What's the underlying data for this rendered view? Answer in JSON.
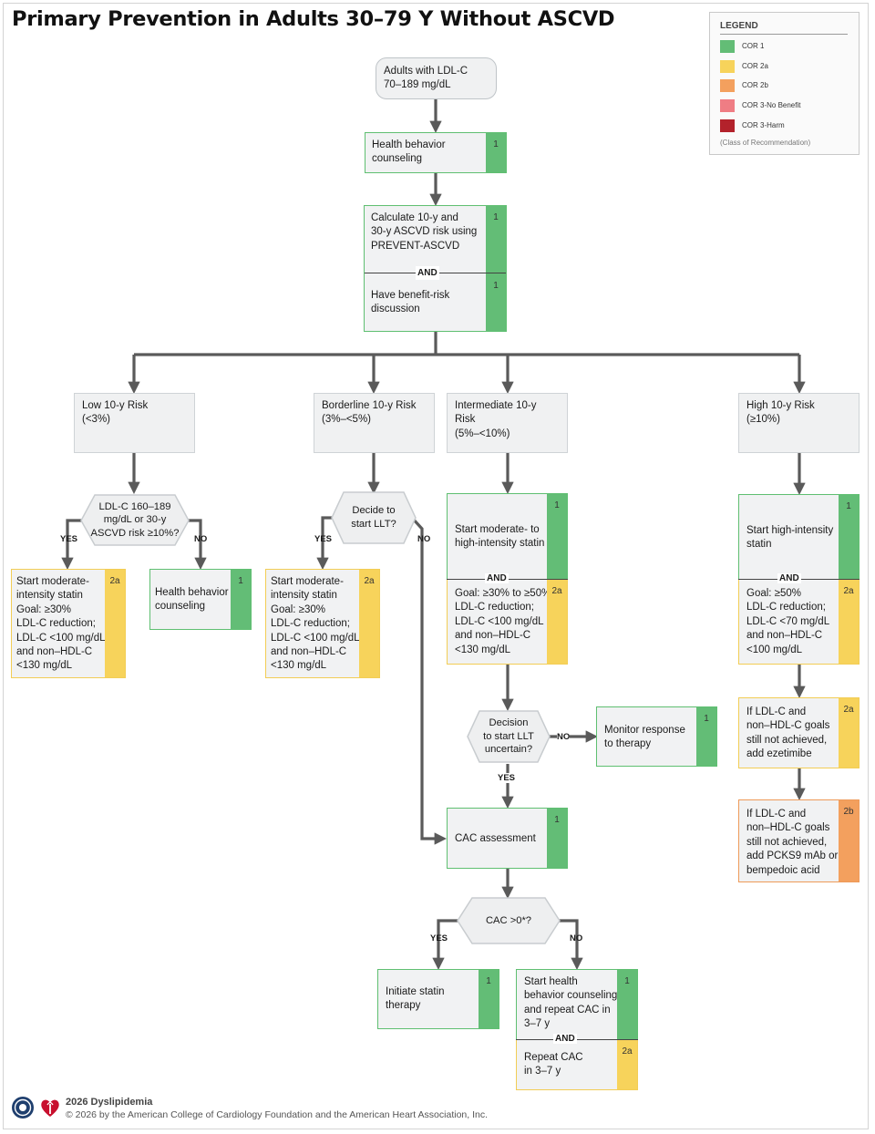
{
  "title": "Primary Prevention in Adults 30–79 Y Without ASCVD",
  "legend": {
    "heading": "LEGEND",
    "items": [
      {
        "label": "COR 1",
        "color": "#63bd76"
      },
      {
        "label": "COR 2a",
        "color": "#f7d35b"
      },
      {
        "label": "COR 2b",
        "color": "#f3a05e"
      },
      {
        "label": "COR 3-No Benefit",
        "color": "#ef7d84"
      },
      {
        "label": "COR 3-Harm",
        "color": "#b3222b"
      }
    ],
    "note": "(Class of Recommendation)"
  },
  "nodes": {
    "start": "Adults with LDL-C\n70–189 mg/dL",
    "counseling": {
      "text": "Health behavior\ncounseling",
      "cor": "1"
    },
    "calc": {
      "text": "Calculate 10-y and\n30-y ASCVD risk using\nPREVENT-ASCVD",
      "cor": "1"
    },
    "and": "AND",
    "discussion": {
      "text": "Have benefit-risk\ndiscussion",
      "cor": "1"
    },
    "low": "Low 10-y Risk\n(<3%)",
    "borderline": "Borderline 10-y Risk\n(3%–<5%)",
    "intermediate": "Intermediate 10-y Risk\n(5%–<10%)",
    "high": "High 10-y Risk\n(≥10%)",
    "low_decision": "LDL-C 160–189\nmg/dL or 30-y\nASCVD risk ≥10%?",
    "low_yes": {
      "text": "Start moderate-\nintensity statin\nGoal: ≥30%\nLDL-C reduction;\nLDL-C <100 mg/dL\nand non–HDL-C\n<130 mg/dL",
      "cor": "2a"
    },
    "low_no": {
      "text": "Health behavior\ncounseling",
      "cor": "1"
    },
    "border_decision": "Decide to\nstart LLT?",
    "border_yes": {
      "text": "Start moderate-\nintensity statin\nGoal: ≥30%\nLDL-C reduction;\nLDL-C <100 mg/dL\nand non–HDL-C\n<130 mg/dL",
      "cor": "2a"
    },
    "int_statin": {
      "text": "Start moderate- to\nhigh-intensity statin",
      "cor": "1"
    },
    "int_goal": {
      "text": "Goal: ≥30% to ≥50%\nLDL-C reduction;\nLDL-C <100 mg/dL\nand non–HDL-C\n<130 mg/dL",
      "cor": "2a"
    },
    "int_decision": "Decision\nto start LLT\nuncertain?",
    "monitor": {
      "text": "Monitor response\nto therapy",
      "cor": "1"
    },
    "cac": {
      "text": "CAC assessment",
      "cor": "1"
    },
    "cac_decision": "CAC >0*?",
    "initiate": {
      "text": "Initiate statin\ntherapy",
      "cor": "1"
    },
    "cac_no": {
      "text": "Start health\nbehavior counseling\nand repeat CAC in\n3–7 y",
      "cor": "1"
    },
    "repeat": {
      "text": "Repeat CAC\nin 3–7 y",
      "cor": "2a"
    },
    "high_statin": {
      "text": "Start high-intensity\nstatin",
      "cor": "1"
    },
    "high_goal": {
      "text": "Goal: ≥50%\nLDL-C reduction;\nLDL-C <70 mg/dL\nand non–HDL-C\n<100 mg/dL",
      "cor": "2a"
    },
    "ezetimibe": {
      "text": "If LDL-C and\nnon–HDL-C goals\nstill not achieved,\nadd ezetimibe",
      "cor": "2a"
    },
    "pcsk9": {
      "text": "If LDL-C and\nnon–HDL-C goals\nstill not achieved,\nadd PCKS9 mAb or\nbempedoic acid",
      "cor": "2b"
    }
  },
  "labels": {
    "yes": "YES",
    "no": "NO"
  },
  "footer": {
    "line1": "2026 Dyslipidemia",
    "line2": "© 2026 by the American College of Cardiology Foundation and the American Heart Association, Inc."
  }
}
